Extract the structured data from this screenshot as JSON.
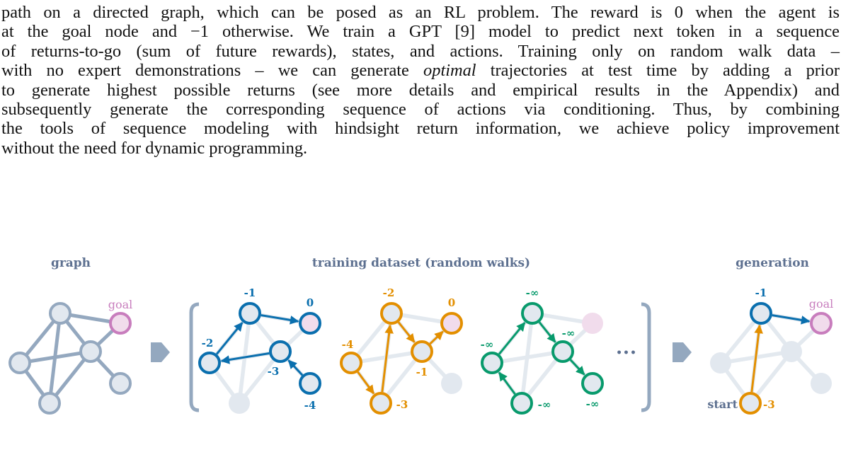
{
  "text": {
    "lines": [
      "path on a directed graph, which can be posed as an RL problem. The reward is 0 when the agent is",
      "at the goal node and −1 otherwise. We train a GPT [9] model to predict next token in a sequence",
      "of returns-to-go (sum of future rewards), states, and actions. Training only on random walk data –",
      "with no expert demonstrations – we can generate optimal trajectories at test time by adding a prior",
      "to generate highest possible returns (see more details and empirical results in the Appendix) and",
      "subsequently generate the corresponding sequence of actions via conditioning. Thus, by combining",
      "the tools of sequence modeling with hindsight return information, we achieve policy improvement",
      "without the need for dynamic programming."
    ],
    "italic_word": "optimal"
  },
  "figure": {
    "titles": {
      "graph": "graph",
      "dataset": "training dataset (random walks)",
      "generation": "generation"
    },
    "ellipsis": "•••",
    "colors": {
      "base": "#94a8bf",
      "node_fill": "#e2e8ef",
      "faded": "#e3e9ef",
      "goal": "#c87dbd",
      "goal_fill": "#f1dcec",
      "blue": "#0a6fae",
      "orange": "#e38f00",
      "green": "#089a6c",
      "title": "#5d7090"
    },
    "graph": {
      "nodes": [
        "A",
        "G",
        "C",
        "L",
        "R",
        "B"
      ],
      "goal_node": "G",
      "edges": [
        [
          "A",
          "G"
        ],
        [
          "A",
          "L"
        ],
        [
          "A",
          "C"
        ],
        [
          "A",
          "B"
        ],
        [
          "G",
          "C"
        ],
        [
          "L",
          "C"
        ],
        [
          "L",
          "B"
        ],
        [
          "C",
          "B"
        ],
        [
          "C",
          "R"
        ]
      ]
    },
    "panels": [
      {
        "id": "graph",
        "labels": [
          {
            "node": "G",
            "text": "goal",
            "color": "goal"
          }
        ]
      },
      {
        "id": "walk-1",
        "color": "blue",
        "walk": [
          "R",
          "C",
          "L",
          "A",
          "G"
        ],
        "labels": [
          {
            "node": "A",
            "text": "-1"
          },
          {
            "node": "G",
            "text": "0"
          },
          {
            "node": "L",
            "text": "-2"
          },
          {
            "node": "C",
            "text": "-3"
          },
          {
            "node": "R",
            "text": "-4"
          }
        ]
      },
      {
        "id": "walk-2",
        "color": "orange",
        "walk": [
          "L",
          "B",
          "A",
          "C",
          "G"
        ],
        "labels": [
          {
            "node": "A",
            "text": "-2"
          },
          {
            "node": "G",
            "text": "0"
          },
          {
            "node": "L",
            "text": "-4"
          },
          {
            "node": "C",
            "text": "-1"
          },
          {
            "node": "B",
            "text": "-3"
          }
        ]
      },
      {
        "id": "walk-3",
        "color": "green",
        "walk": [
          "B",
          "L",
          "A",
          "C",
          "R"
        ],
        "labels": [
          {
            "node": "A",
            "text": "-∞"
          },
          {
            "node": "C",
            "text": "-∞"
          },
          {
            "node": "L",
            "text": "-∞"
          },
          {
            "node": "B",
            "text": "-∞"
          },
          {
            "node": "R",
            "text": "-∞"
          }
        ]
      },
      {
        "id": "generation",
        "segments": [
          {
            "from": "B",
            "to": "A",
            "color": "orange"
          },
          {
            "from": "A",
            "to": "G",
            "color": "blue"
          }
        ],
        "labels": [
          {
            "node": "A",
            "text": "-1",
            "color": "blue"
          },
          {
            "node": "G",
            "text": "goal",
            "color": "goal"
          },
          {
            "node": "B",
            "text": "start",
            "color": "title"
          },
          {
            "node": "B",
            "text": "-3",
            "color": "orange",
            "side": "right"
          }
        ]
      }
    ]
  }
}
